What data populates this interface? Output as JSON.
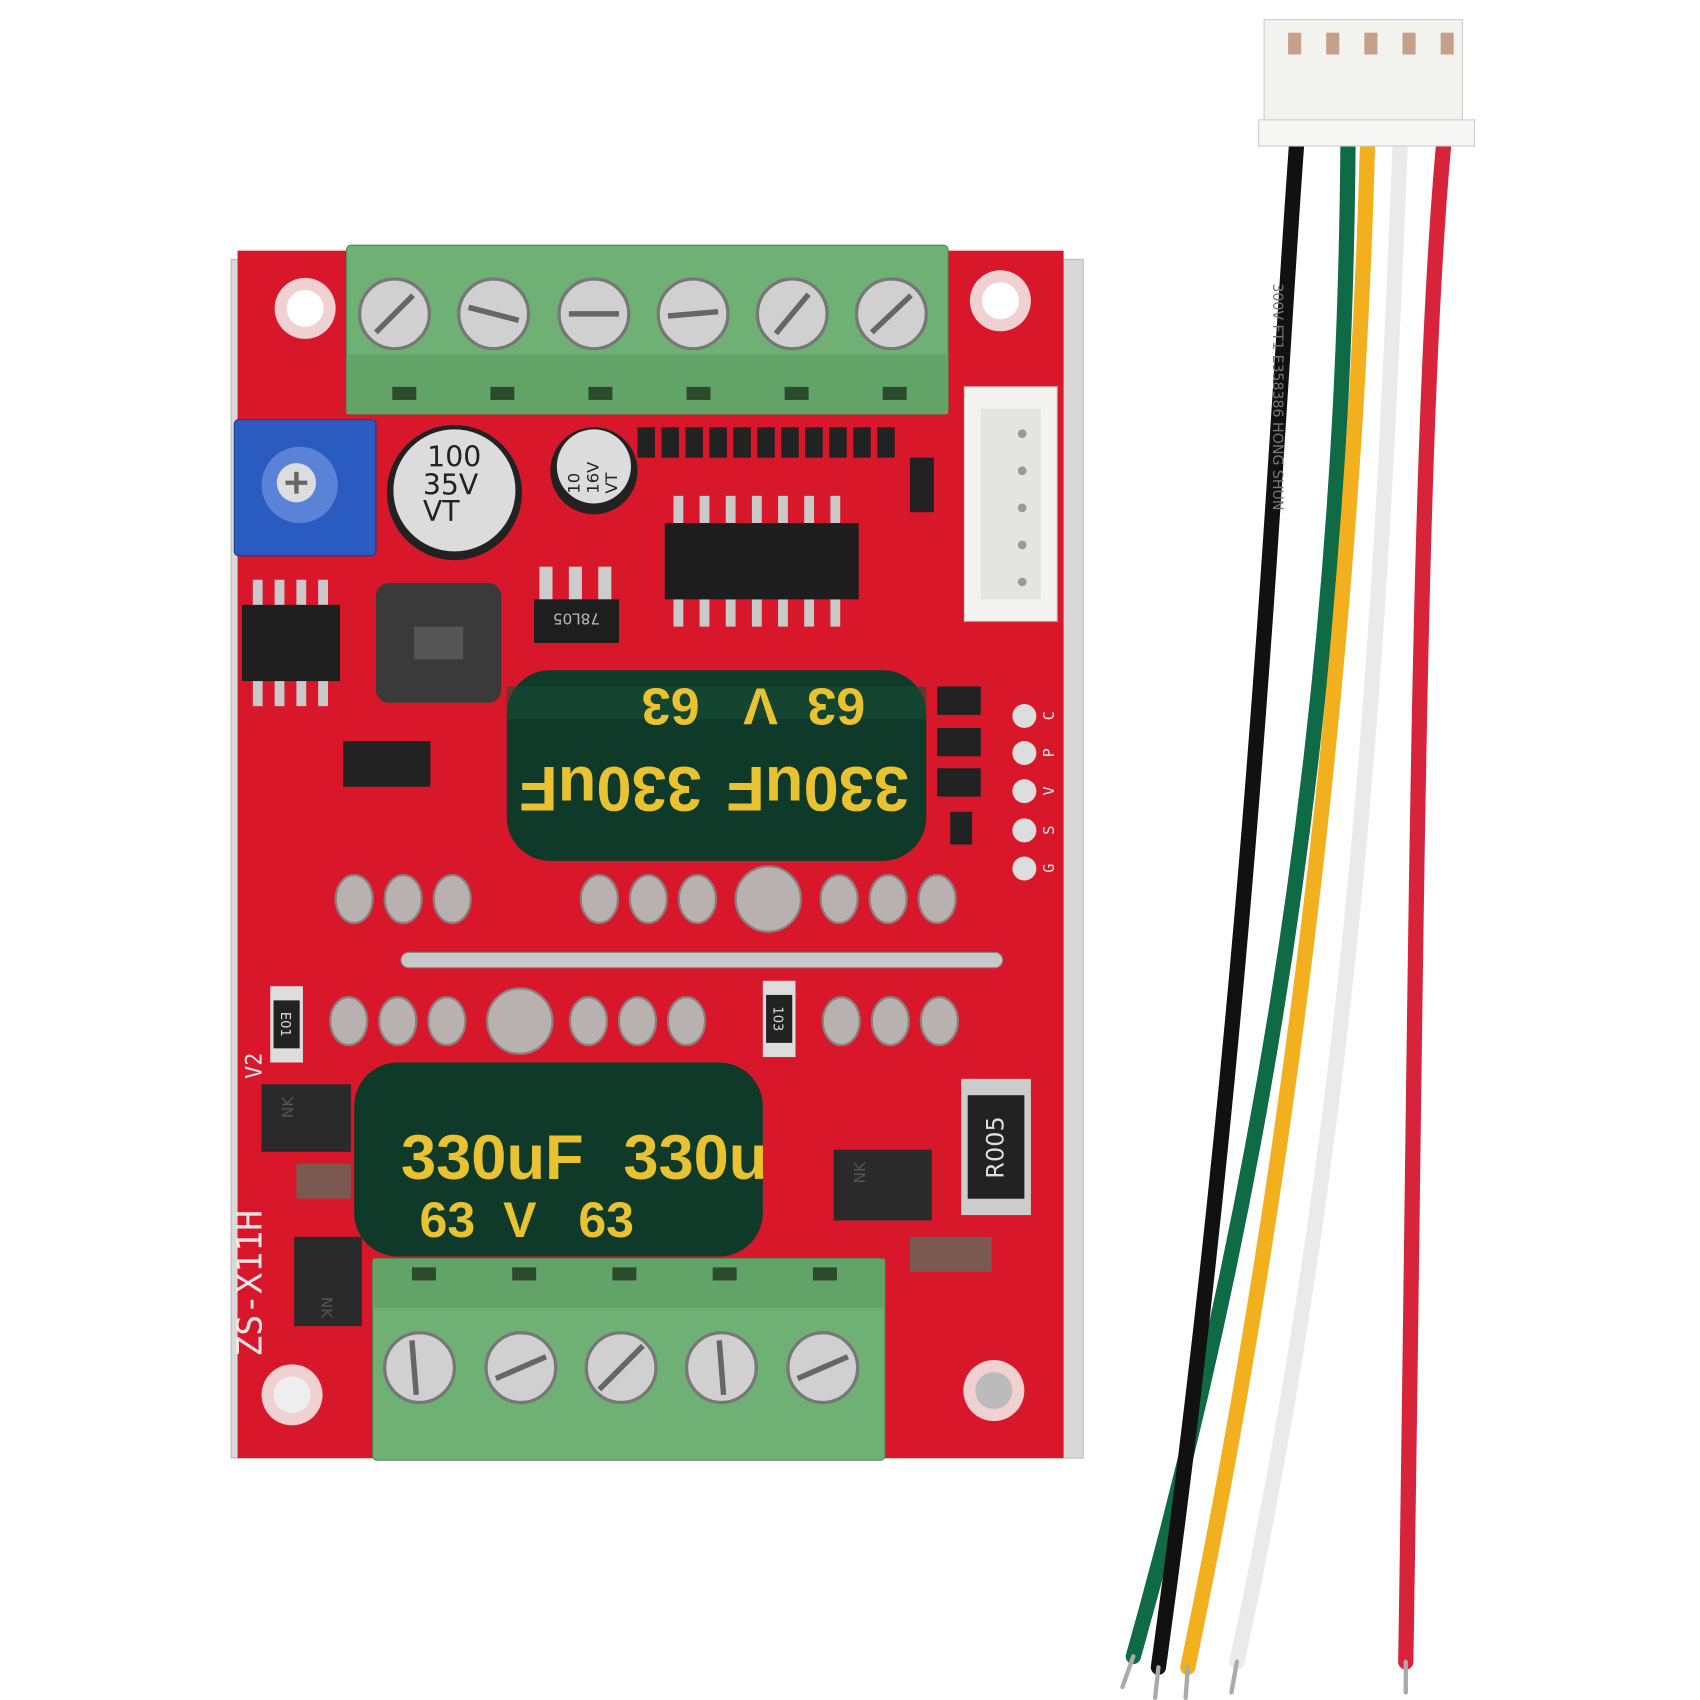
{
  "board": {
    "model": "ZS-X11H",
    "version": "V2",
    "pcb_color": "#d8182a",
    "terminal_color": "#6fb174",
    "pin_labels": [
      "G",
      "S",
      "V",
      "P",
      "C"
    ]
  },
  "components": {
    "cap_small_large": {
      "value": "100",
      "voltage": "35V",
      "series": "VT"
    },
    "cap_small": {
      "value": "10",
      "voltage": "16V",
      "series": "VT"
    },
    "regulator": "78L05",
    "cap_top": {
      "capacitance_a": "330uF",
      "capacitance_b": "330uF",
      "voltage": "63  V   63"
    },
    "cap_bottom": {
      "capacitance_a": "330uF",
      "capacitance_b": "330u",
      "voltage": "63  V   63"
    },
    "shunt_resistor": "R005",
    "resistor_a": "E01",
    "resistor_b": "103",
    "diode_a": "NK",
    "diode_b": "NK",
    "diode_c": "NK"
  },
  "cable": {
    "wire_colors": [
      "#111111",
      "#0e6b45",
      "#f2b01e",
      "#f5f5f5",
      "#d8243a"
    ],
    "print": "300V  FT1  E358386  HONG SHUN"
  }
}
